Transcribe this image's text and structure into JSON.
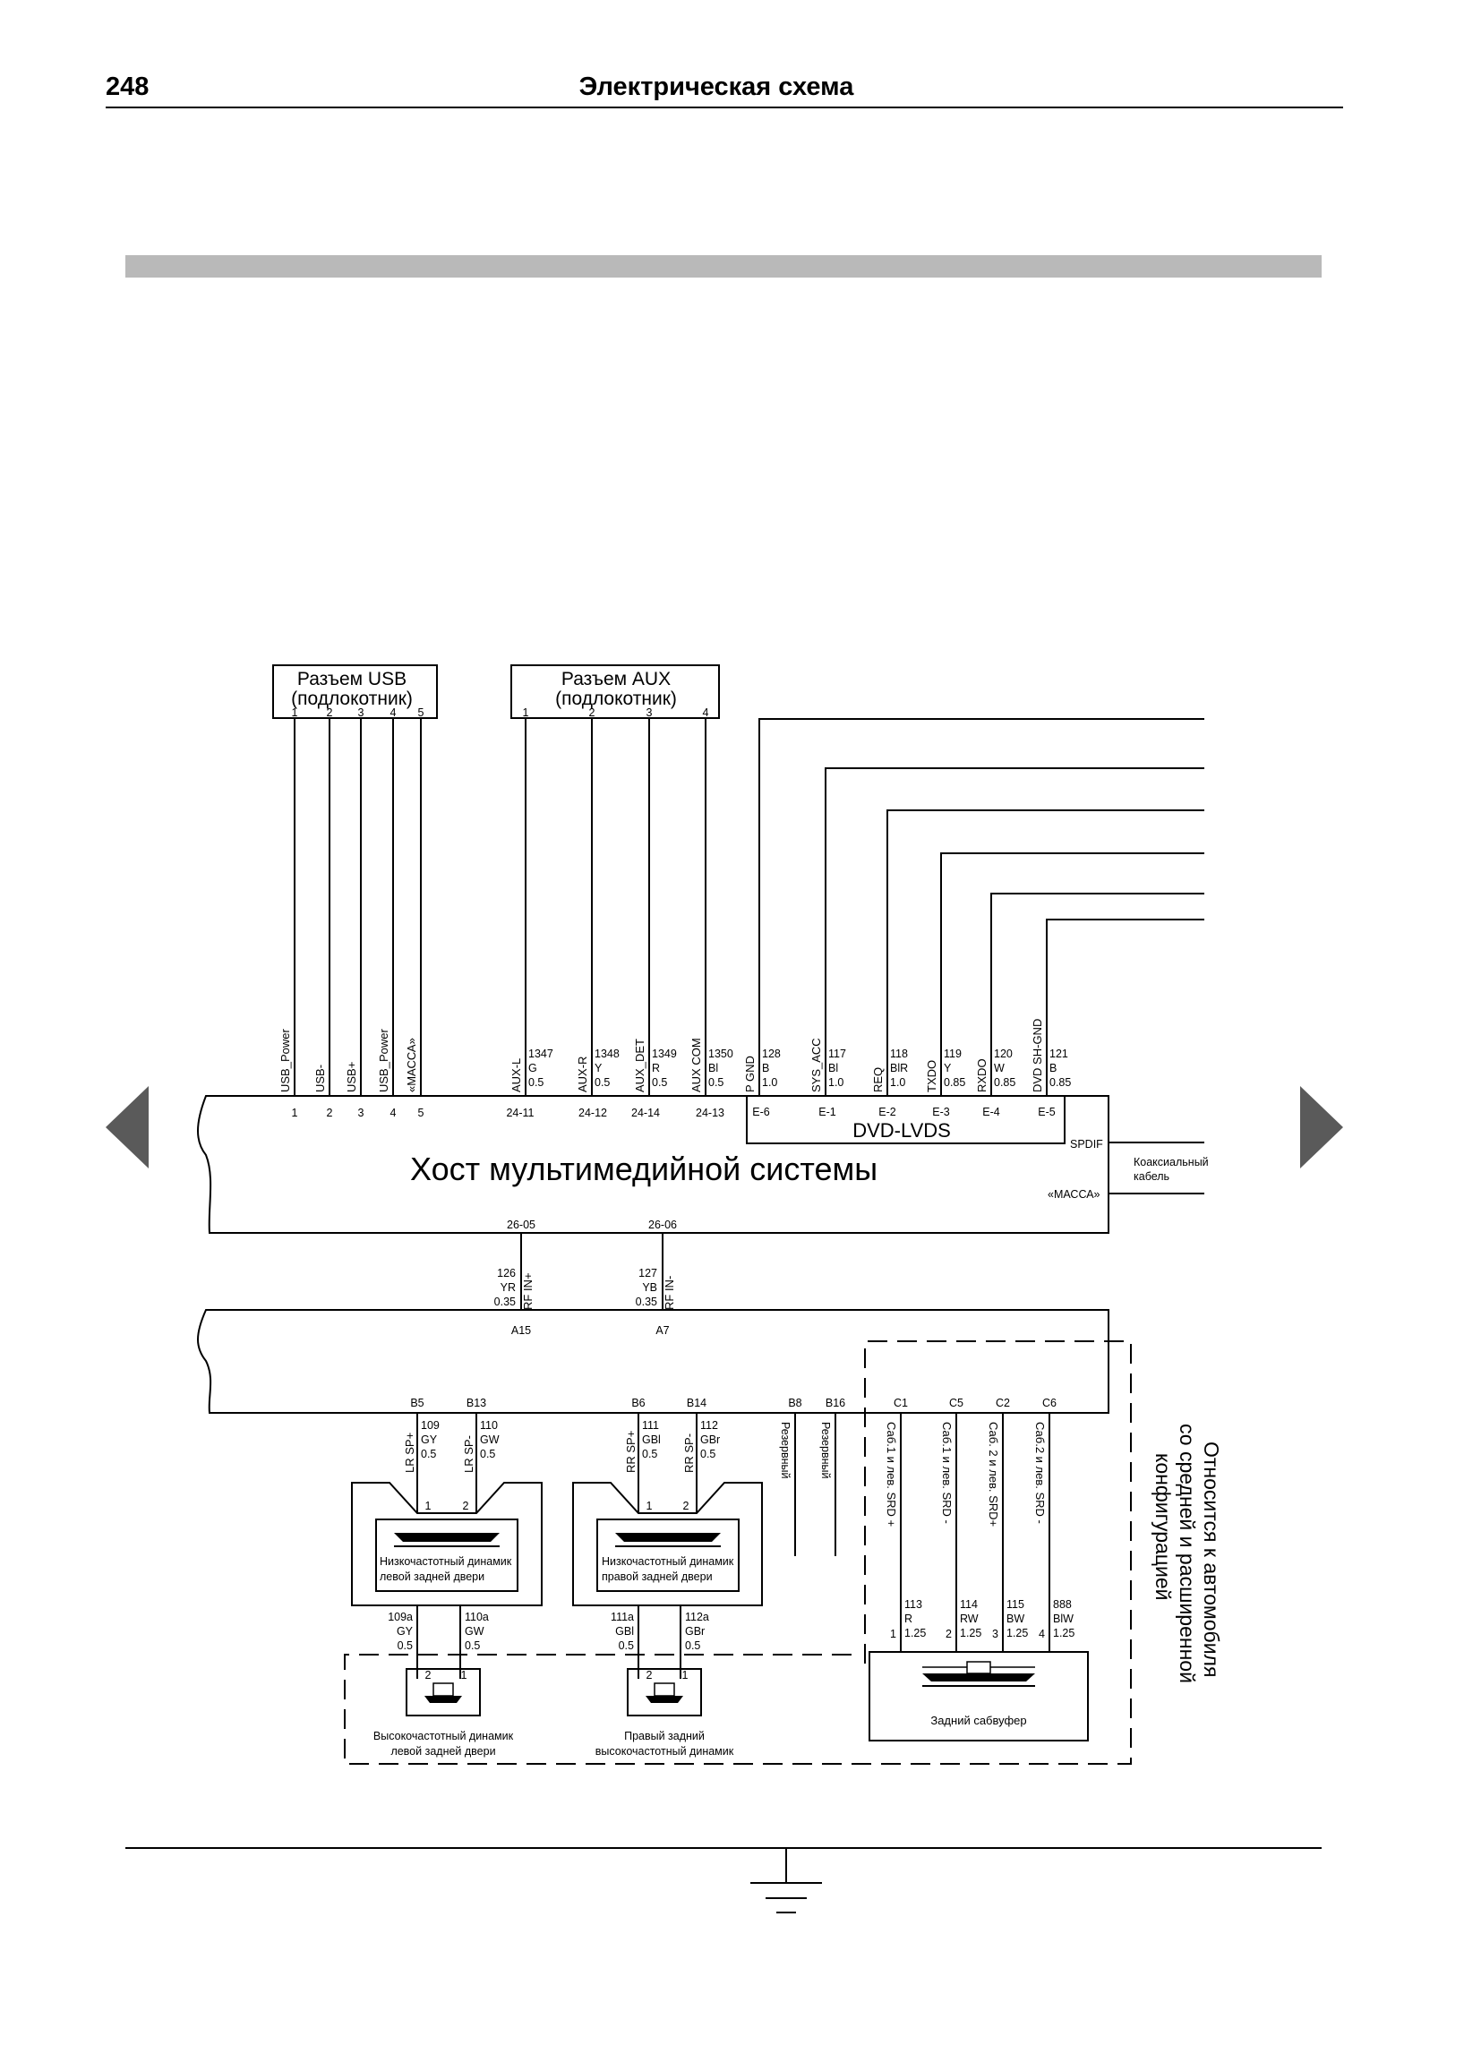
{
  "header": {
    "page_number": "248",
    "title": "Электрическая схема"
  },
  "usb": {
    "title_1": "Разъем USB",
    "title_2": "(подлокотник)",
    "pins": [
      "1",
      "2",
      "3",
      "4",
      "5"
    ],
    "signals": [
      "USB_Power",
      "USB-",
      "USB+",
      "USB_Power",
      "«МАССА»"
    ],
    "host_pins": [
      "1",
      "2",
      "3",
      "4",
      "5"
    ]
  },
  "aux": {
    "title_1": "Разъем AUX",
    "title_2": "(подлокотник)",
    "pins": [
      "1",
      "2",
      "3",
      "4"
    ],
    "signals": [
      "AUX-L",
      "AUX-R",
      "AUX_DET",
      "AUX COM"
    ],
    "wires": [
      {
        "num": "1347",
        "color": "G",
        "size": "0.5"
      },
      {
        "num": "1348",
        "color": "Y",
        "size": "0.5"
      },
      {
        "num": "1349",
        "color": "R",
        "size": "0.5"
      },
      {
        "num": "1350",
        "color": "Bl",
        "size": "0.5"
      }
    ],
    "host_pins": [
      "24-11",
      "24-12",
      "24-14",
      "24-13"
    ]
  },
  "dvd": {
    "title": "DVD-LVDS",
    "signals": [
      "P GND",
      "SYS_ACC",
      "REQ",
      "TXDO",
      "RXDO",
      "DVD SH-GND"
    ],
    "wires": [
      {
        "num": "128",
        "color": "B",
        "size": "1.0"
      },
      {
        "num": "117",
        "color": "Bl",
        "size": "1.0"
      },
      {
        "num": "118",
        "color": "BlR",
        "size": "1.0"
      },
      {
        "num": "119",
        "color": "Y",
        "size": "0.85"
      },
      {
        "num": "120",
        "color": "W",
        "size": "0.85"
      },
      {
        "num": "121",
        "color": "B",
        "size": "0.85"
      }
    ],
    "pins": [
      "E-6",
      "E-1",
      "E-2",
      "E-3",
      "E-4",
      "E-5"
    ]
  },
  "host": {
    "title": "Хост мультимедийной системы",
    "spdif": "SPDIF",
    "coax_1": "Коаксиальный",
    "coax_2": "кабель",
    "ground": "«МАССА»",
    "bottom_pins": [
      "26-05",
      "26-06"
    ]
  },
  "rf": {
    "signals": [
      "RF IN+",
      "RF IN-"
    ],
    "wires": [
      {
        "num": "126",
        "color": "YR",
        "size": "0.35"
      },
      {
        "num": "127",
        "color": "YB",
        "size": "0.35"
      }
    ],
    "amp_pins": [
      "A15",
      "A7"
    ]
  },
  "amp": {
    "pins": [
      "B5",
      "B13",
      "B6",
      "B14",
      "B8",
      "B16",
      "C1",
      "C5",
      "C2",
      "C6"
    ],
    "speaker_wires": [
      {
        "signal": "LR SP+",
        "num": "109",
        "color": "GY",
        "size": "0.5"
      },
      {
        "signal": "LR SP-",
        "num": "110",
        "color": "GW",
        "size": "0.5"
      },
      {
        "signal": "RR SP+",
        "num": "111",
        "color": "GBl",
        "size": "0.5"
      },
      {
        "signal": "RR SP-",
        "num": "112",
        "color": "GBr",
        "size": "0.5"
      }
    ],
    "reserve": [
      "Резервный",
      "Резервный"
    ],
    "sub_signals": [
      "Саб.1 и лев. SRD +",
      "Саб.1 и лев. SRD -",
      "Саб. 2 и лев. SRD+",
      "Саб.2 и лев. SRD -"
    ]
  },
  "woofers": {
    "left_1": "Низкочастотный динамик",
    "left_2": "левой задней двери",
    "right_1": "Низкочастотный динамик",
    "right_2": "правой задней двери",
    "pins": [
      "1",
      "2"
    ]
  },
  "tweeter_wires": [
    {
      "num": "109a",
      "color": "GY",
      "size": "0.5"
    },
    {
      "num": "110a",
      "color": "GW",
      "size": "0.5"
    },
    {
      "num": "111a",
      "color": "GBl",
      "size": "0.5"
    },
    {
      "num": "112a",
      "color": "GBr",
      "size": "0.5"
    }
  ],
  "tweeters": {
    "left_1": "Высокочастотный динамик",
    "left_2": "левой задней двери",
    "right_1": "Правый задний",
    "right_2": "высокочастотный динамик",
    "pins": [
      "2",
      "1"
    ]
  },
  "sub": {
    "title": "Задний сабвуфер",
    "wires": [
      {
        "num": "113",
        "color": "R",
        "size": "1.25"
      },
      {
        "num": "114",
        "color": "RW",
        "size": "1.25"
      },
      {
        "num": "115",
        "color": "BW",
        "size": "1.25"
      },
      {
        "num": "888",
        "color": "BlW",
        "size": "1.25"
      }
    ],
    "pins": [
      "1",
      "2",
      "3",
      "4"
    ]
  },
  "note": [
    "Относится к автомобиля",
    "со средней и расширенной",
    "конфигурацией"
  ]
}
